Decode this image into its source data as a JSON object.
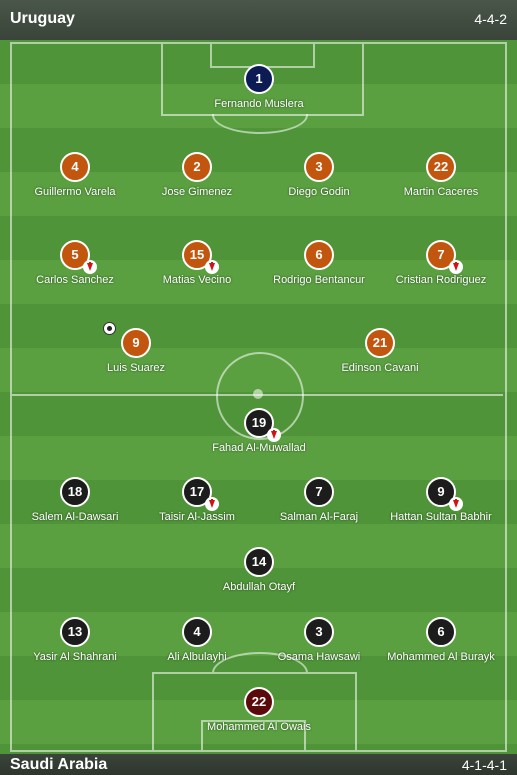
{
  "home": {
    "name": "Uruguay",
    "formation": "4-4-2",
    "color": "#c2560e",
    "gk_color": "#0d1b55",
    "players": [
      {
        "num": "1",
        "name": "Fernando Muslera",
        "gk": true,
        "sub_off": false,
        "goal": false
      },
      {
        "num": "4",
        "name": "Guillermo Varela",
        "gk": false,
        "sub_off": false,
        "goal": false
      },
      {
        "num": "2",
        "name": "Jose Gimenez",
        "gk": false,
        "sub_off": false,
        "goal": false
      },
      {
        "num": "3",
        "name": "Diego Godin",
        "gk": false,
        "sub_off": false,
        "goal": false
      },
      {
        "num": "22",
        "name": "Martin Caceres",
        "gk": false,
        "sub_off": false,
        "goal": false
      },
      {
        "num": "5",
        "name": "Carlos Sanchez",
        "gk": false,
        "sub_off": true,
        "goal": false
      },
      {
        "num": "15",
        "name": "Matias Vecino",
        "gk": false,
        "sub_off": true,
        "goal": false
      },
      {
        "num": "6",
        "name": "Rodrigo Bentancur",
        "gk": false,
        "sub_off": false,
        "goal": false
      },
      {
        "num": "7",
        "name": "Cristian Rodriguez",
        "gk": false,
        "sub_off": true,
        "goal": false
      },
      {
        "num": "9",
        "name": "Luis Suarez",
        "gk": false,
        "sub_off": false,
        "goal": true
      },
      {
        "num": "21",
        "name": "Edinson Cavani",
        "gk": false,
        "sub_off": false,
        "goal": false
      }
    ]
  },
  "away": {
    "name": "Saudi Arabia",
    "formation": "4-1-4-1",
    "color": "#1c1c1c",
    "gk_color": "#5a0a0a",
    "players": [
      {
        "num": "19",
        "name": "Fahad Al-Muwallad",
        "gk": false,
        "sub_off": true,
        "goal": false
      },
      {
        "num": "18",
        "name": "Salem Al-Dawsari",
        "gk": false,
        "sub_off": false,
        "goal": false
      },
      {
        "num": "17",
        "name": "Taisir Al-Jassim",
        "gk": false,
        "sub_off": true,
        "goal": false
      },
      {
        "num": "7",
        "name": "Salman Al-Faraj",
        "gk": false,
        "sub_off": false,
        "goal": false
      },
      {
        "num": "9",
        "name": "Hattan Sultan Babhir",
        "gk": false,
        "sub_off": true,
        "goal": false
      },
      {
        "num": "14",
        "name": "Abdullah Otayf",
        "gk": false,
        "sub_off": false,
        "goal": false
      },
      {
        "num": "13",
        "name": "Yasir Al Shahrani",
        "gk": false,
        "sub_off": false,
        "goal": false
      },
      {
        "num": "4",
        "name": "Ali Albulayhi",
        "gk": false,
        "sub_off": false,
        "goal": false
      },
      {
        "num": "3",
        "name": "Osama Hawsawi",
        "gk": false,
        "sub_off": false,
        "goal": false
      },
      {
        "num": "6",
        "name": "Mohammed Al Burayk",
        "gk": false,
        "sub_off": false,
        "goal": false
      },
      {
        "num": "22",
        "name": "Mohammed Al Owais",
        "gk": true,
        "sub_off": false,
        "goal": false
      }
    ]
  }
}
